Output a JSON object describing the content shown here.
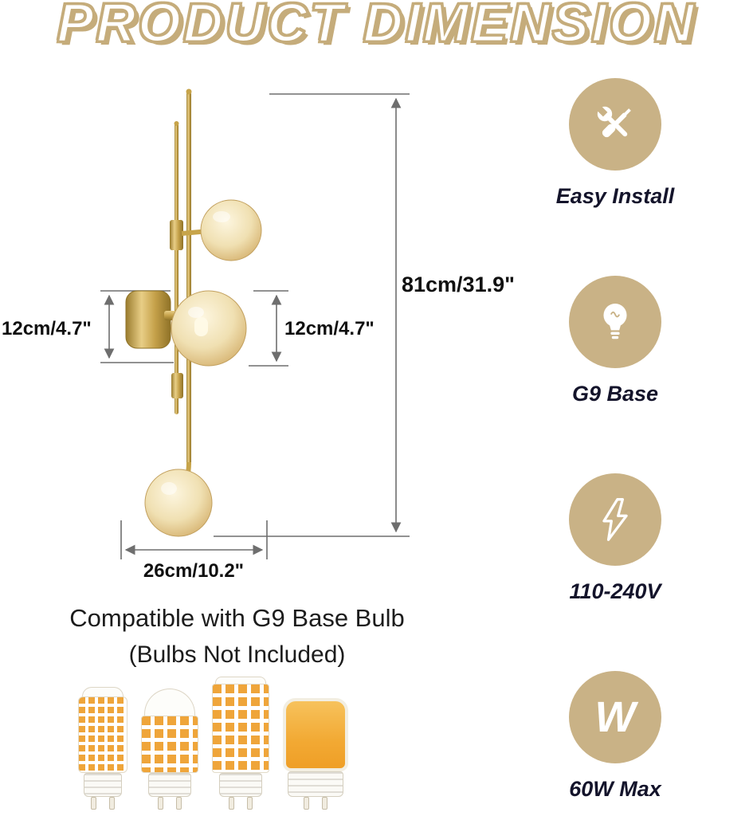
{
  "header": {
    "title": "PRODUCT DIMENSION"
  },
  "diagram": {
    "dimensions": {
      "height": "81cm/31.9\"",
      "upper_left": "12cm/4.7\"",
      "upper_right": "12cm/4.7\"",
      "width": "26cm/10.2\""
    }
  },
  "features": [
    {
      "icon": "tools-icon",
      "label": "Easy Install"
    },
    {
      "icon": "light-bulb-icon",
      "label": "G9 Base"
    },
    {
      "icon": "lightning-bolt-icon",
      "label": "110-240V"
    },
    {
      "icon": "watt-letter-icon",
      "icon_text": "W",
      "label": "60W Max"
    }
  ],
  "compatibility": {
    "line1": "Compatible with G9 Base Bulb",
    "line2": "(Bulbs Not Included)"
  },
  "bulb_gallery": [
    "g9-led-corn-bulb-small",
    "g9-led-bulb-round-top",
    "g9-led-corn-bulb-large",
    "g9-cob-led-bulb"
  ],
  "colors": {
    "accent_tan": "#C9B286",
    "brass_gold": "#C7A44A",
    "glass_amber": "#EBD9AE",
    "led_orange": "#EFA53A",
    "dimension_line": "#6E6E6E",
    "label_text": "#14142B"
  }
}
